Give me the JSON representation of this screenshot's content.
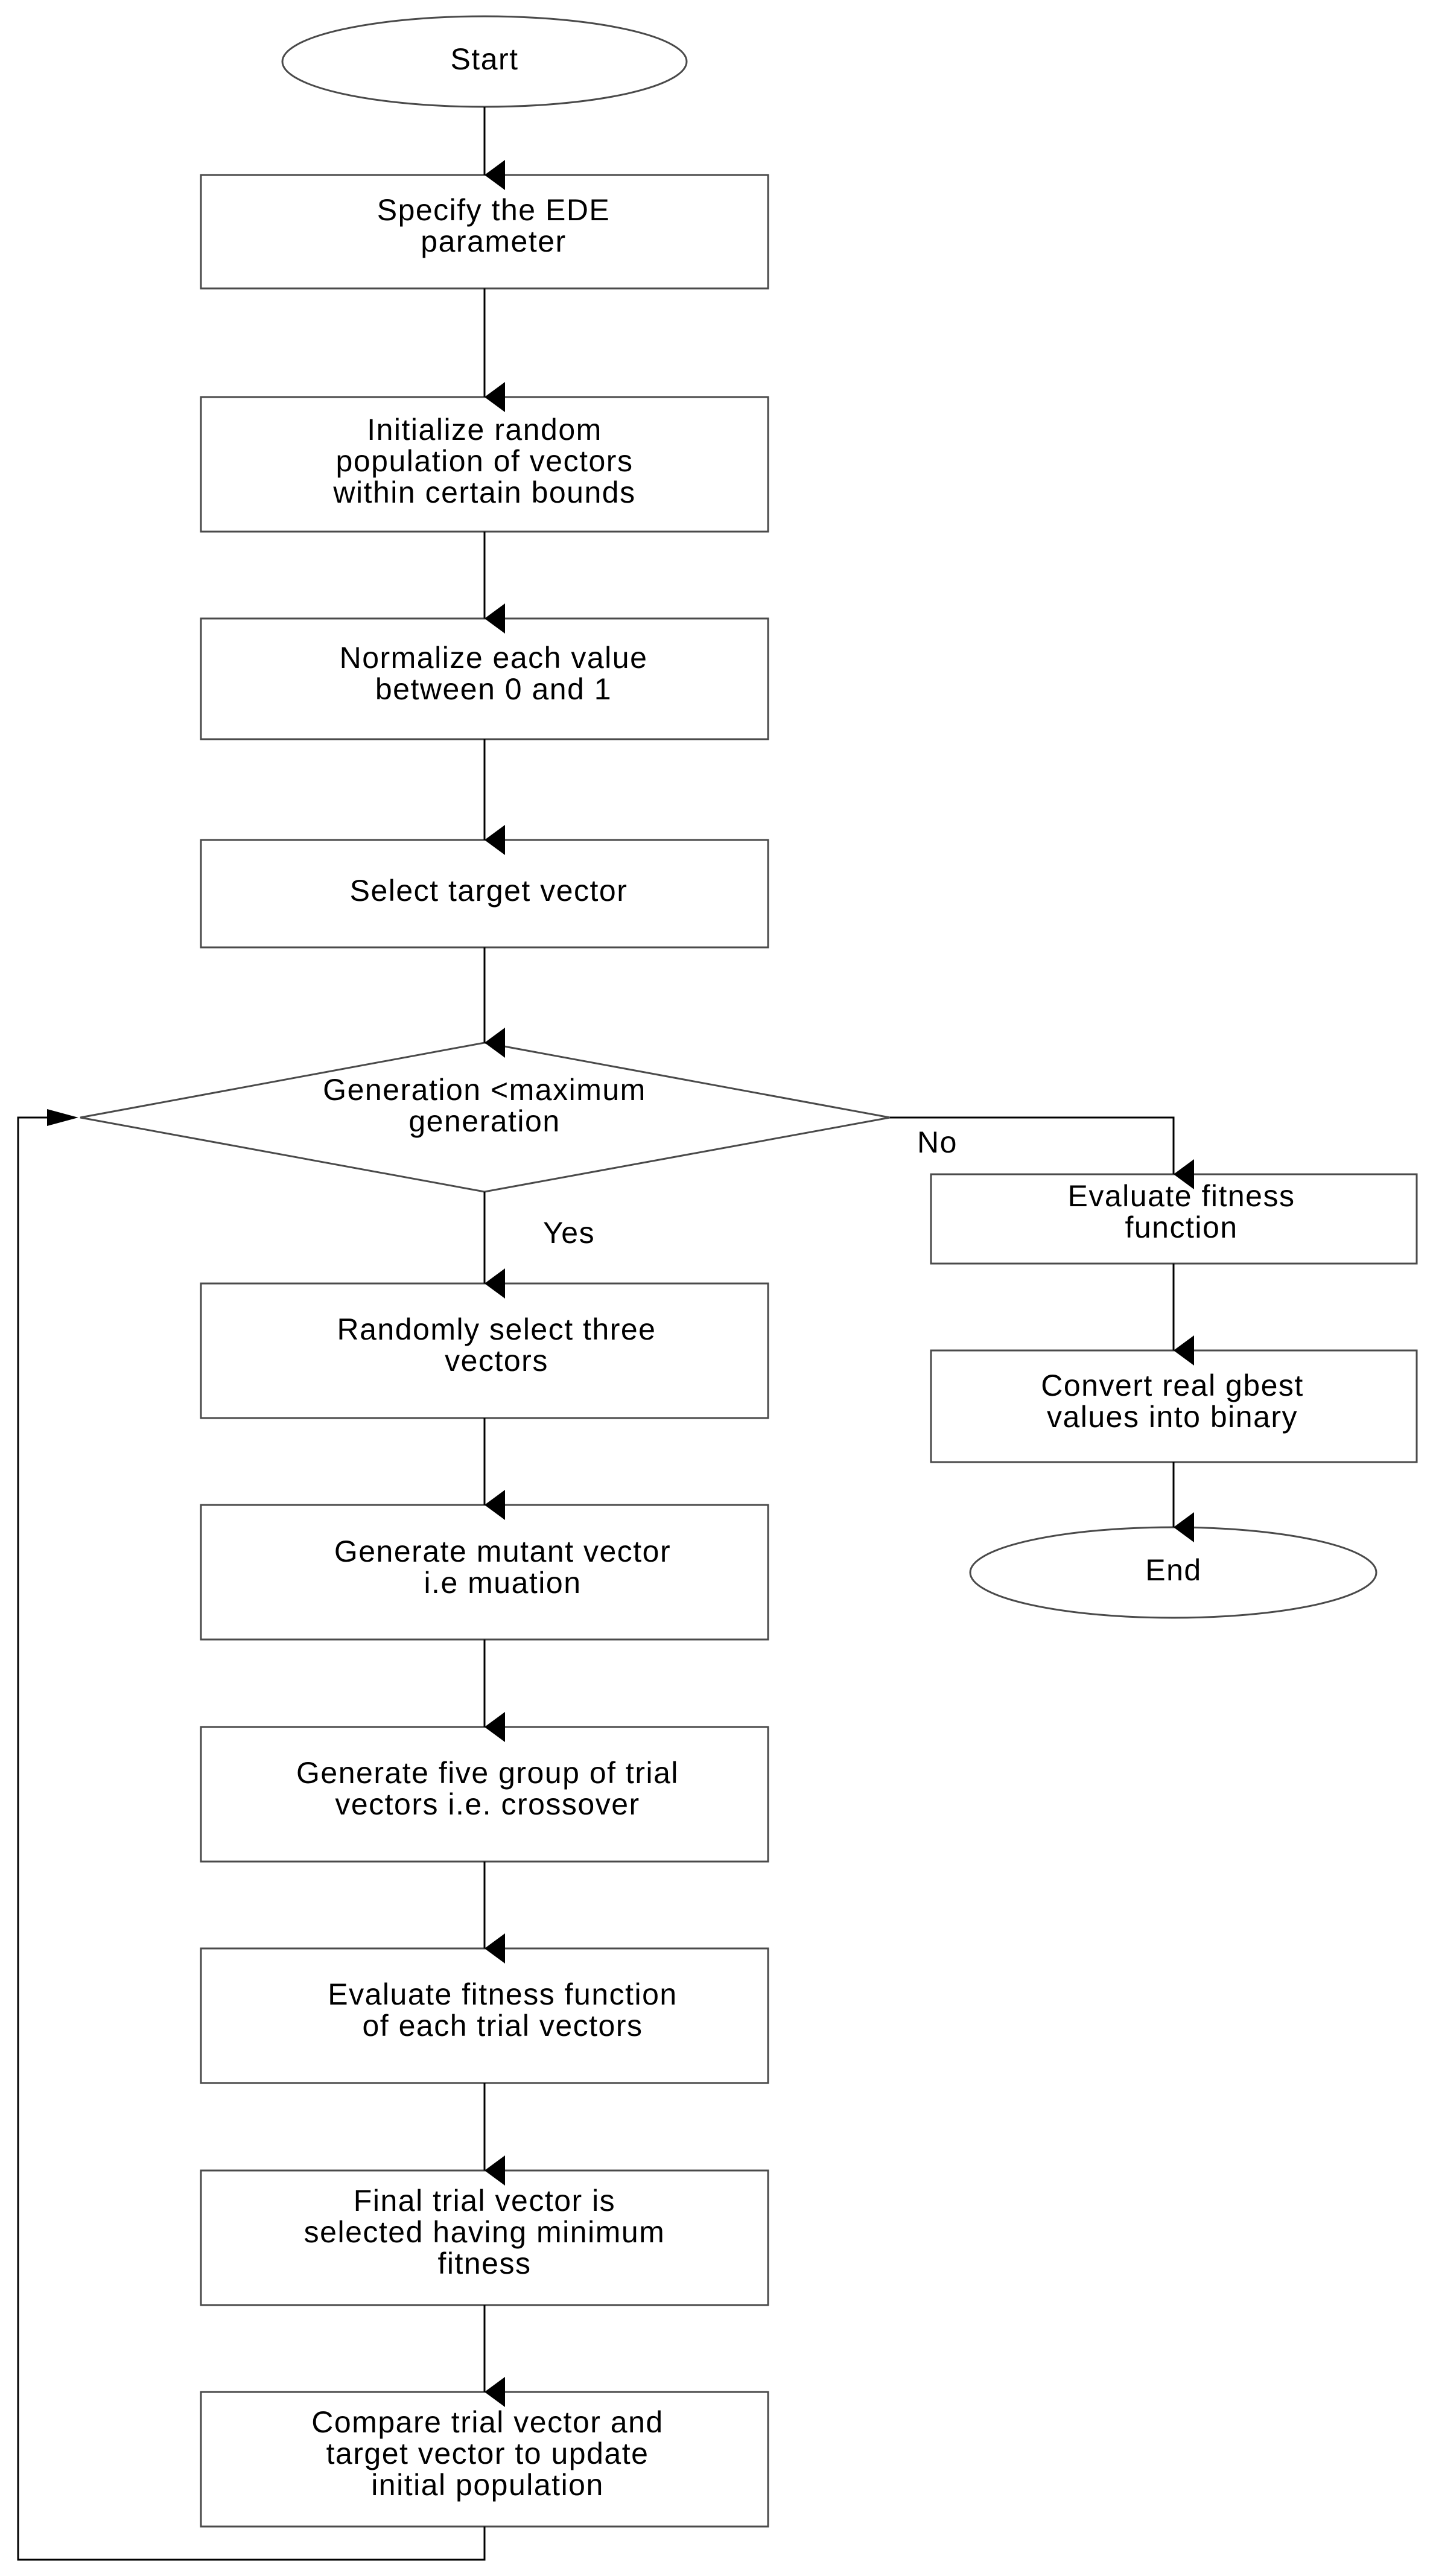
{
  "nodes": {
    "start": "Start",
    "specify": [
      "Specify the EDE",
      "parameter"
    ],
    "initialize": [
      "Initialize random",
      "population of vectors",
      "within certain bounds"
    ],
    "normalize": [
      "Normalize each value",
      "between 0 and 1"
    ],
    "select_target": [
      "Select target vector"
    ],
    "decision": [
      "Generation <maximum",
      "generation"
    ],
    "random_select": [
      "Randomly select three",
      "vectors"
    ],
    "mutant": [
      "Generate mutant vector",
      "i.e muation"
    ],
    "crossover": [
      "Generate five group of trial",
      "vectors i.e. crossover"
    ],
    "evaluate_trials": [
      "Evaluate fitness function",
      "of each trial vectors"
    ],
    "final_trial": [
      "Final trial vector is",
      "selected having minimum",
      "fitness"
    ],
    "compare": [
      "Compare trial vector and",
      "target vector to update",
      "initial population"
    ],
    "evaluate_fitness": [
      "Evaluate fitness",
      "function"
    ],
    "convert": [
      "Convert real gbest",
      "values into binary"
    ],
    "end": "End"
  },
  "branch_labels": {
    "no": "No",
    "yes": "Yes"
  }
}
